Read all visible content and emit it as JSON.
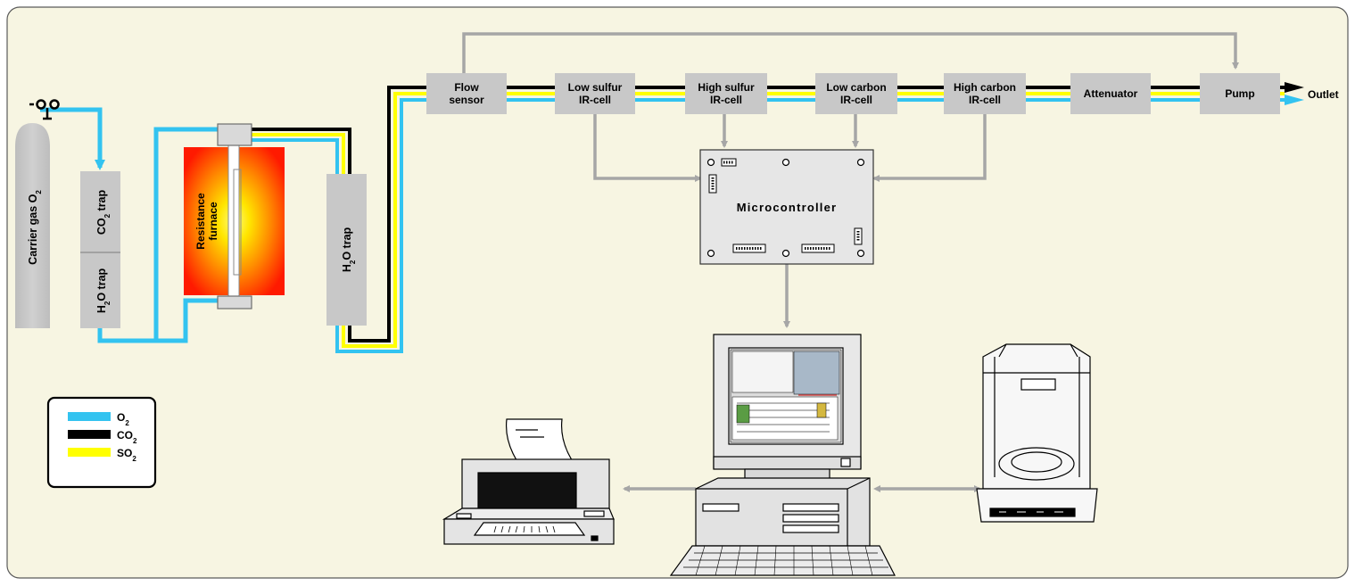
{
  "colors": {
    "background": "#f7f5e2",
    "component_fill": "#c8c8c8",
    "o2_line": "#33c3f0",
    "co2_line": "#000000",
    "so2_line": "#ffff00",
    "signal_line": "#a6a6a6",
    "furnace_hot": "#ffe600",
    "furnace_edge": "#ff1a00"
  },
  "gas_path": {
    "carrier_gas_label": "Carrier gas O",
    "carrier_gas_sub": "2",
    "co2_trap": {
      "label": "CO",
      "sub": "2",
      "suffix": " trap"
    },
    "h2o_trap_left": {
      "label": "H",
      "sub": "2",
      "suffix": "O trap"
    },
    "furnace_line1": "Resistance",
    "furnace_line2": "furnace",
    "h2o_trap_right": {
      "label": "H",
      "sub": "2",
      "suffix": "O trap"
    }
  },
  "analyzer_chain": [
    {
      "line1": "Flow",
      "line2": "sensor"
    },
    {
      "line1": "Low sulfur",
      "line2": "IR-cell"
    },
    {
      "line1": "High sulfur",
      "line2": "IR-cell"
    },
    {
      "line1": "Low carbon",
      "line2": "IR-cell"
    },
    {
      "line1": "High carbon",
      "line2": "IR-cell"
    },
    {
      "line1": "Attenuator",
      "line2": ""
    },
    {
      "line1": "Pump",
      "line2": ""
    }
  ],
  "outlet_label": "Outlet",
  "microcontroller_label": "Microcontroller",
  "legend": [
    {
      "label": "O",
      "sub": "2",
      "color": "#33c3f0"
    },
    {
      "label": "CO",
      "sub": "2",
      "color": "#000000"
    },
    {
      "label": "SO",
      "sub": "2",
      "color": "#ffff00"
    }
  ],
  "devices": {
    "printer": "printer-icon",
    "computer": "computer-icon",
    "balance": "analytical-balance-icon"
  }
}
